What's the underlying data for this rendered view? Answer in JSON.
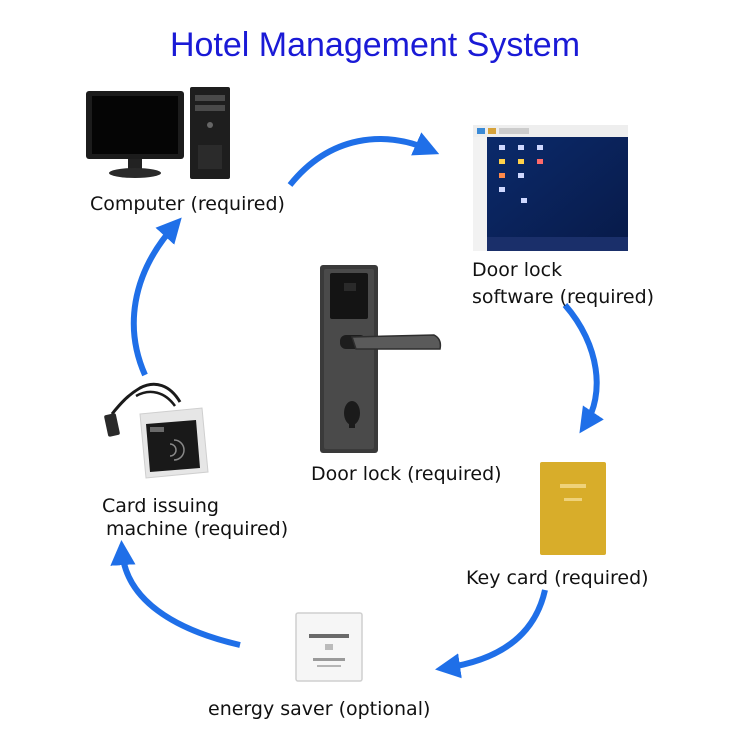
{
  "title": "Hotel Management System",
  "nodes": {
    "computer": {
      "label": "Computer (required)"
    },
    "software": {
      "label_line1": "Door lock",
      "label_line2": "software (required)"
    },
    "door_lock": {
      "label": "Door lock (required)"
    },
    "key_card": {
      "label": "Key card (required)"
    },
    "energy_saver": {
      "label": "energy saver (optional)"
    },
    "card_issuer": {
      "label_line1": "Card issuing",
      "label_line2": "machine (required)"
    }
  },
  "colors": {
    "title": "#1a1ad6",
    "arrow": "#1f6fe8",
    "card": "#d8ad2a"
  },
  "icons": [
    "computer-icon",
    "software-screenshot",
    "door-lock-icon",
    "key-card-icon",
    "energy-saver-icon",
    "card-issuing-machine-icon"
  ]
}
